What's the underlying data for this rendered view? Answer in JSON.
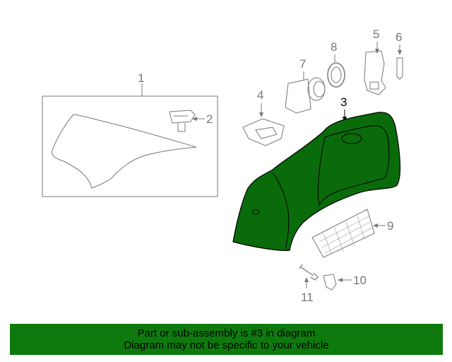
{
  "diagram": {
    "callouts": {
      "c1": "1",
      "c2": "2",
      "c3": "3",
      "c4": "4",
      "c5": "5",
      "c6": "6",
      "c7": "7",
      "c8": "8",
      "c9": "9",
      "c10": "10",
      "c11": "11"
    },
    "highlight_part": "3",
    "colors": {
      "highlight_fill": "#0a6b0a",
      "line": "#777777",
      "banner": "#0e7a0e"
    }
  },
  "banner": {
    "line1": "Part or sub-assembly is #3 in diagram",
    "line2": "Diagram may not be specific to your vehicle"
  }
}
